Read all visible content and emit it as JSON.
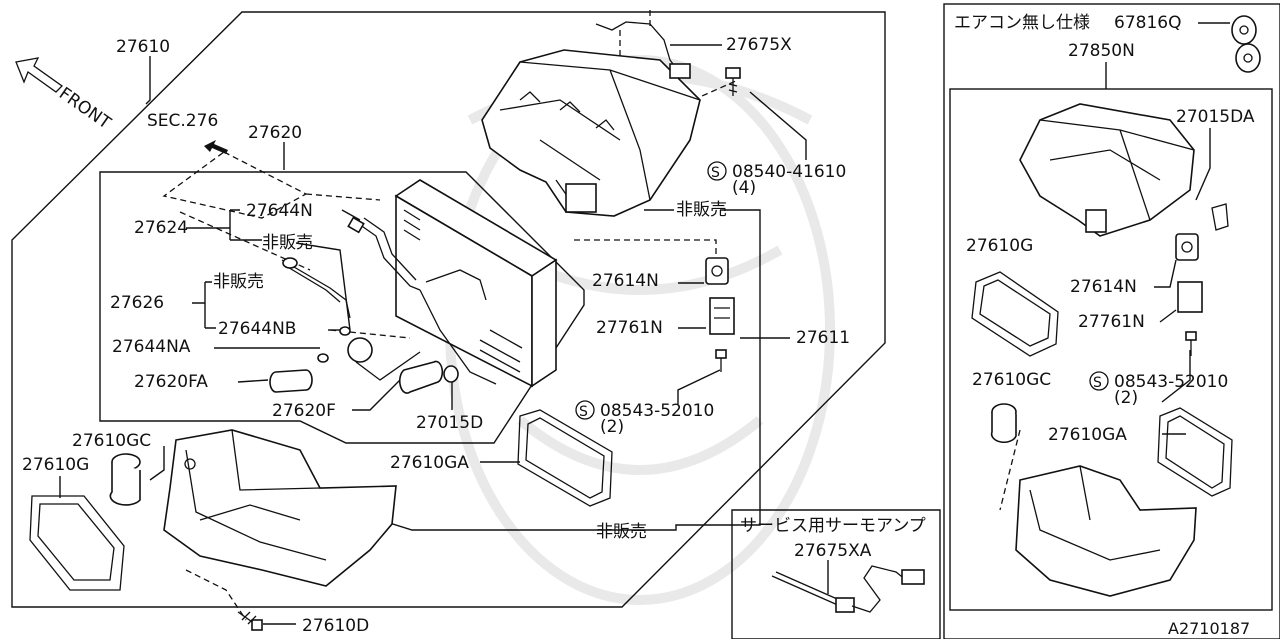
{
  "front": "FRONT",
  "sec": "SEC.276",
  "diagram_id": "A2710187",
  "callouts": {
    "c27610": "27610",
    "c27620": "27620",
    "c27675X": "27675X",
    "c08540": "08540-41610",
    "c08540_qty": "(4)",
    "c27624": "27624",
    "c27644N": "27644N",
    "nfs1": "非販売",
    "nfs2": "非販売",
    "nfs3": "非販売",
    "nfs4": "非販売",
    "c27626": "27626",
    "c27644NB": "27644NB",
    "c27644NA": "27644NA",
    "c27620FA": "27620FA",
    "c27620F": "27620F",
    "c27015D": "27015D",
    "c27614N": "27614N",
    "c27761N": "27761N",
    "c27611": "27611",
    "c08543": "08543-52010",
    "c08543_qty": "(2)",
    "c27610GC": "27610GC",
    "c27610G": "27610G",
    "c27610GA": "27610GA",
    "c27610D": "27610D"
  },
  "no_ac": {
    "title": "エアコン無し仕様",
    "c67816Q": "67816Q",
    "c27850N": "27850N",
    "c27015DA": "27015DA",
    "c27610G": "27610G",
    "c27614N": "27614N",
    "c27761N": "27761N",
    "c27610GC": "27610GC",
    "c08543": "08543-52010",
    "c08543_qty": "(2)",
    "c27610GA": "27610GA"
  },
  "service": {
    "title": "サービス用サーモアンプ",
    "part": "27675XA"
  },
  "screw_symbol": "S"
}
